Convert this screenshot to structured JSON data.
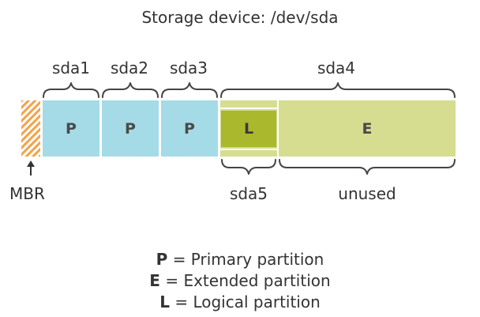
{
  "title": "Storage device: /dev/sda",
  "mbr_label": "MBR",
  "colors": {
    "primary": "#a4dbe6",
    "extended": "#d6dd91",
    "logical": "#a9b82d",
    "mbr": "#f3a34a",
    "bracket": "#444444"
  },
  "partitions": [
    {
      "name": "sda1",
      "letter": "P"
    },
    {
      "name": "sda2",
      "letter": "P"
    },
    {
      "name": "sda3",
      "letter": "P"
    },
    {
      "name": "sda4",
      "letter": "E"
    }
  ],
  "logical": {
    "name": "sda5",
    "letter": "L"
  },
  "unused_label": "unused",
  "legend": [
    {
      "key": "P",
      "text": "= Primary partition"
    },
    {
      "key": "E",
      "text": "= Extended partition"
    },
    {
      "key": "L",
      "text": "= Logical partition"
    }
  ]
}
